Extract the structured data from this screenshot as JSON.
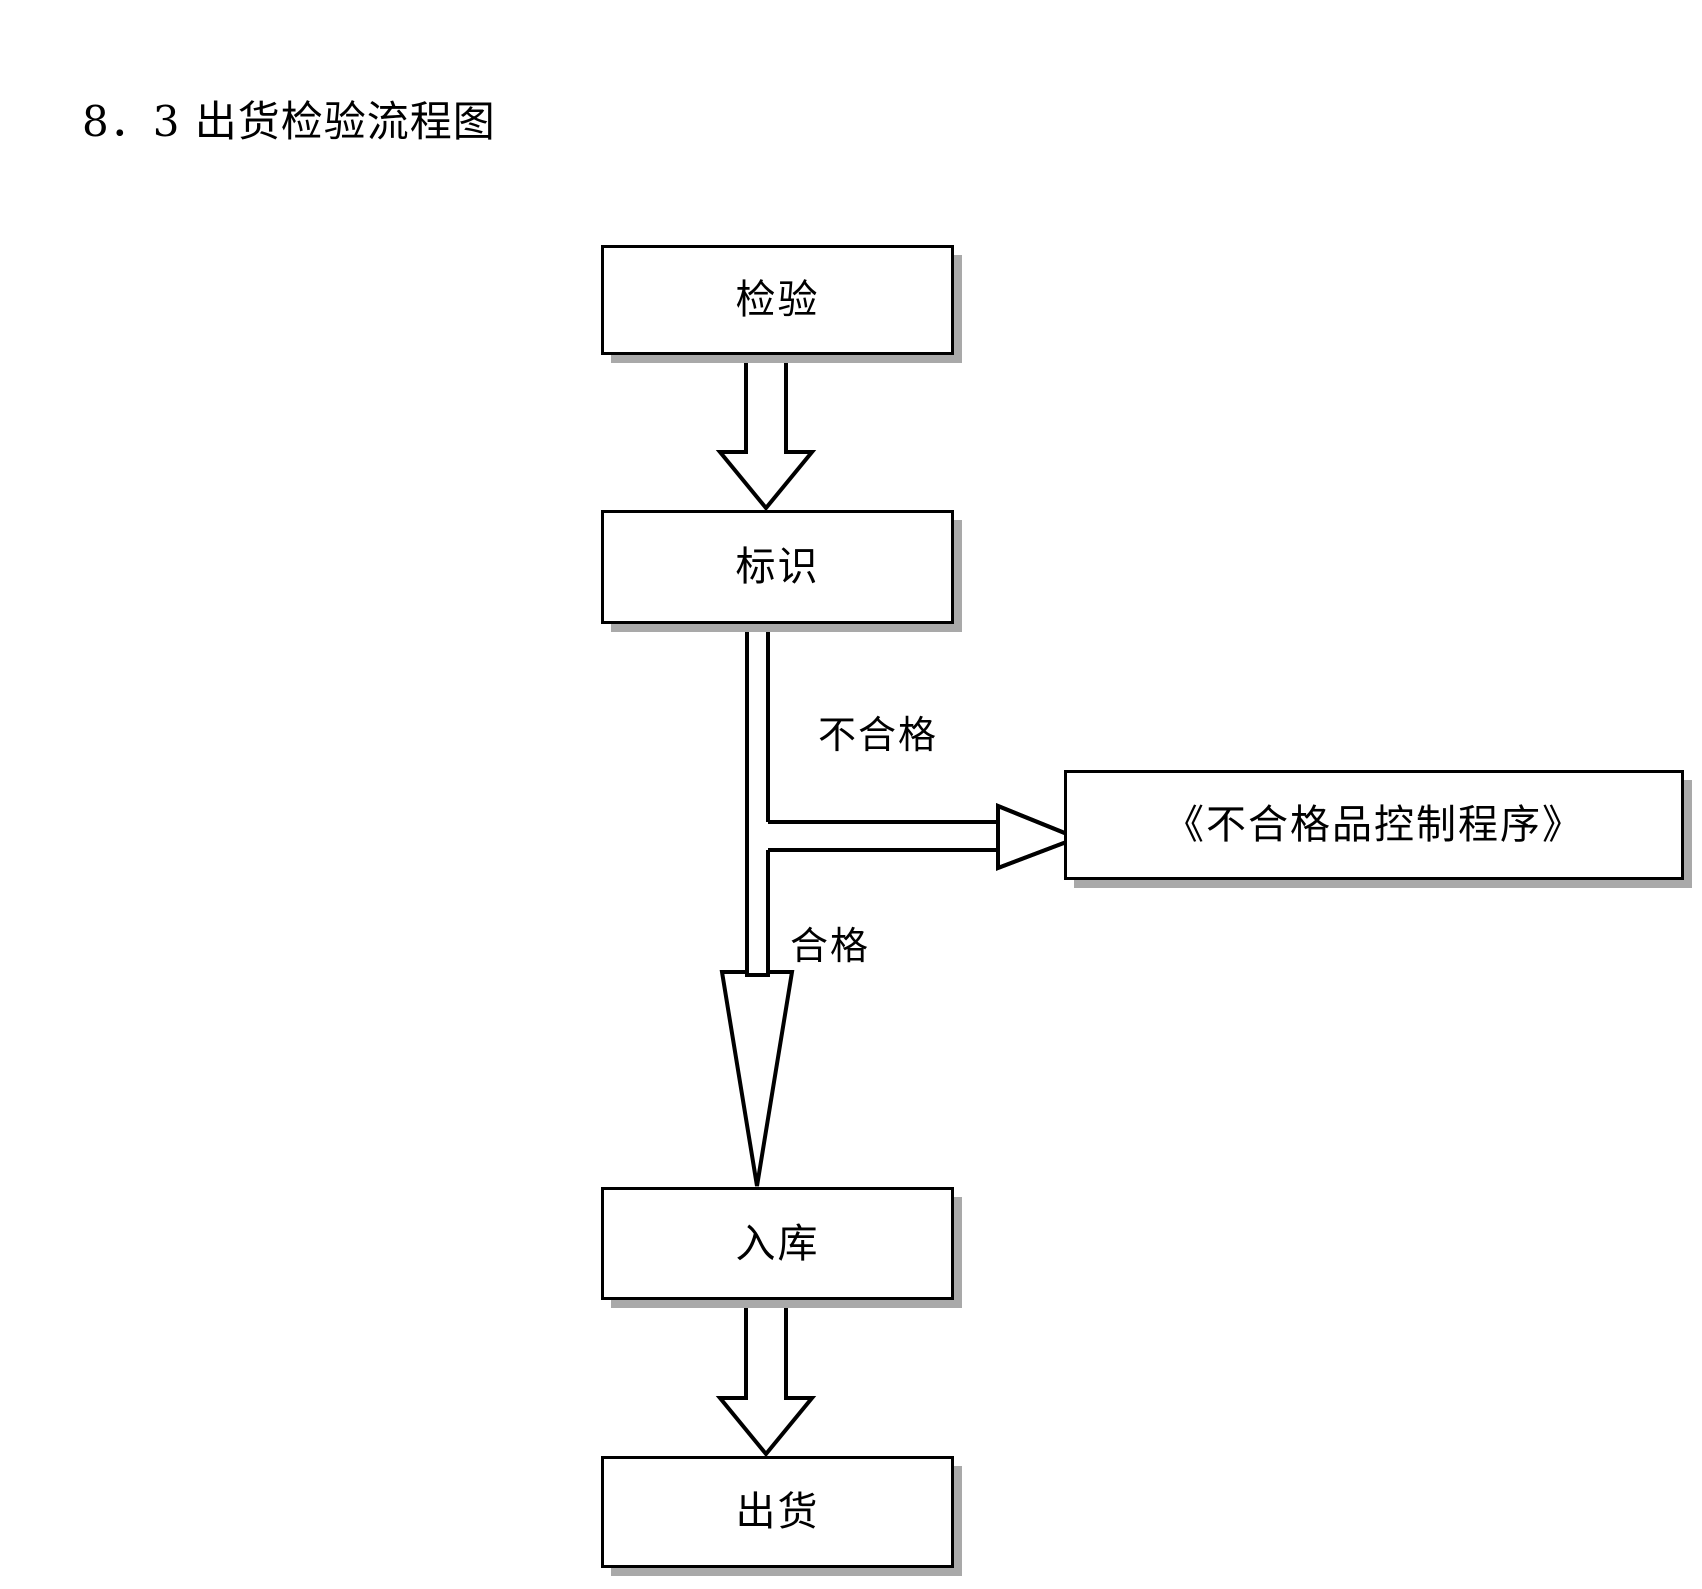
{
  "document": {
    "section_number": "8．3",
    "title": "8．3 出货检验流程图",
    "title_text": "出货检验流程图"
  },
  "diagram": {
    "type": "flowchart",
    "orientation": "top-to-bottom",
    "nodes": [
      {
        "id": "inspect",
        "label": "检验",
        "shape": "rectangle"
      },
      {
        "id": "mark",
        "label": "标识",
        "shape": "rectangle"
      },
      {
        "id": "ncp",
        "label": "《不合格品控制程序》",
        "shape": "rectangle"
      },
      {
        "id": "store",
        "label": "入库",
        "shape": "rectangle"
      },
      {
        "id": "ship",
        "label": "出货",
        "shape": "rectangle"
      }
    ],
    "edges": [
      {
        "from": "inspect",
        "to": "mark",
        "label": "",
        "style": "block-arrow-down"
      },
      {
        "from": "mark",
        "to": "ncp",
        "label": "不合格",
        "style": "block-arrow-right"
      },
      {
        "from": "mark",
        "to": "store",
        "label": "合格",
        "style": "block-arrow-down"
      },
      {
        "from": "store",
        "to": "ship",
        "label": "",
        "style": "block-arrow-down"
      }
    ],
    "edge_labels": {
      "nonconforming": "不合格",
      "conforming": "合格"
    },
    "colors": {
      "stroke": "#000000",
      "fill": "#ffffff",
      "shadow": "#a9a9a9",
      "background": "#ffffff"
    }
  }
}
